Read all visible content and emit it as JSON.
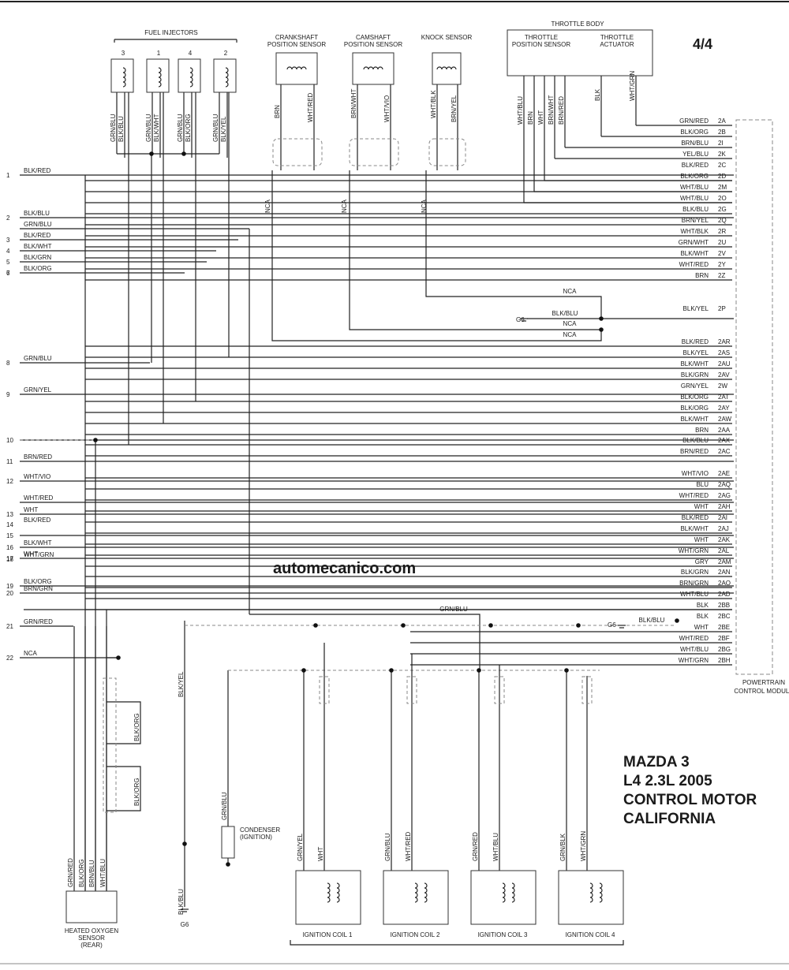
{
  "page_number": "4/4",
  "watermark": "automecanico.com",
  "title_lines": [
    "MAZDA 3",
    "L4 2.3L 2005",
    "CONTROL MOTOR",
    "CALIFORNIA"
  ],
  "fuel_injectors": {
    "label": "FUEL INJECTORS",
    "units": [
      {
        "num": "3",
        "wires": [
          "GRN/BLU",
          "BLK/BLU"
        ]
      },
      {
        "num": "1",
        "wires": [
          "GRN/BLU",
          "BLK/WHT"
        ]
      },
      {
        "num": "4",
        "wires": [
          "GRN/BLU",
          "BLK/ORG"
        ]
      },
      {
        "num": "2",
        "wires": [
          "GRN/BLU",
          "BLK/YEL"
        ]
      }
    ]
  },
  "crankshaft_sensor": {
    "label": [
      "CRANKSHAFT",
      "POSITION SENSOR"
    ],
    "wires": [
      "BRN",
      "WHT/RED"
    ]
  },
  "camshaft_sensor": {
    "label": [
      "CAMSHAFT",
      "POSITION SENSOR"
    ],
    "wires": [
      "BRN/WHT",
      "WHT/VIO"
    ]
  },
  "knock_sensor": {
    "label": [
      "KNOCK SENSOR"
    ],
    "wires": [
      "WHT/BLK",
      "BRN/YEL"
    ]
  },
  "throttle_body": {
    "label": "THROTTLE BODY",
    "tps_label": [
      "THROTTLE",
      "POSITION SENSOR"
    ],
    "tps_wires": [
      "WHT/BLU",
      "BRN",
      "WHT",
      "BRN/WHT",
      "BRN/RED"
    ],
    "actuator_label": [
      "THROTTLE",
      "ACTUATOR"
    ],
    "actuator_wires": [
      "BLK",
      "WHT/GRN"
    ]
  },
  "nca": "NCA",
  "pcm": {
    "label": [
      "POWERTRAIN",
      "CONTROL MODULE"
    ],
    "pins": [
      {
        "color": "GRN/RED",
        "pin": "2A"
      },
      {
        "color": "BLK/ORG",
        "pin": "2B"
      },
      {
        "color": "BRN/BLU",
        "pin": "2I"
      },
      {
        "color": "YEL/BLU",
        "pin": "2K"
      },
      {
        "color": "BLK/RED",
        "pin": "2C"
      },
      {
        "color": "BLK/ORG",
        "pin": "2D"
      },
      {
        "color": "WHT/BLU",
        "pin": "2M"
      },
      {
        "color": "WHT/BLU",
        "pin": "2O"
      },
      {
        "color": "BLK/BLU",
        "pin": "2G"
      },
      {
        "color": "BRN/YEL",
        "pin": "2Q"
      },
      {
        "color": "WHT/BLK",
        "pin": "2R"
      },
      {
        "color": "GRN/WHT",
        "pin": "2U"
      },
      {
        "color": "BLK/WHT",
        "pin": "2V"
      },
      {
        "color": "WHT/RED",
        "pin": "2Y"
      },
      {
        "color": "BRN",
        "pin": "2Z"
      },
      {
        "color": "BLK/YEL",
        "pin": "2P"
      },
      {
        "color": "BLK/RED",
        "pin": "2AR"
      },
      {
        "color": "BLK/YEL",
        "pin": "2AS"
      },
      {
        "color": "BLK/WHT",
        "pin": "2AU"
      },
      {
        "color": "BLK/GRN",
        "pin": "2AV"
      },
      {
        "color": "GRN/YEL",
        "pin": "2W"
      },
      {
        "color": "BLK/ORG",
        "pin": "2AT"
      },
      {
        "color": "BLK/ORG",
        "pin": "2AY"
      },
      {
        "color": "BLK/WHT",
        "pin": "2AW"
      },
      {
        "color": "BRN",
        "pin": "2AA"
      },
      {
        "color": "BLK/BLU",
        "pin": "2AX"
      },
      {
        "color": "BRN/RED",
        "pin": "2AC"
      },
      {
        "color": "WHT/VIO",
        "pin": "2AE"
      },
      {
        "color": "BLU",
        "pin": "2AQ"
      },
      {
        "color": "WHT/RED",
        "pin": "2AG"
      },
      {
        "color": "WHT",
        "pin": "2AH"
      },
      {
        "color": "BLK/RED",
        "pin": "2AI"
      },
      {
        "color": "BLK/WHT",
        "pin": "2AJ"
      },
      {
        "color": "WHT",
        "pin": "2AK"
      },
      {
        "color": "WHT/GRN",
        "pin": "2AL"
      },
      {
        "color": "GRY",
        "pin": "2AM"
      },
      {
        "color": "BLK/GRN",
        "pin": "2AN"
      },
      {
        "color": "BRN/GRN",
        "pin": "2AO"
      },
      {
        "color": "WHT/BLU",
        "pin": "2AD"
      },
      {
        "color": "BLK",
        "pin": "2BB"
      },
      {
        "color": "BLK",
        "pin": "2BC"
      },
      {
        "color": "WHT",
        "pin": "2BE"
      },
      {
        "color": "WHT/RED",
        "pin": "2BF"
      },
      {
        "color": "WHT/BLU",
        "pin": "2BG"
      },
      {
        "color": "WHT/GRN",
        "pin": "2BH"
      }
    ]
  },
  "left_lines": [
    {
      "num": "1",
      "color": "BLK/RED"
    },
    {
      "num": "2",
      "color": "BLK/BLU"
    },
    {
      "num": "",
      "color": "GRN/BLU"
    },
    {
      "num": "3",
      "color": "BLK/RED"
    },
    {
      "num": "4",
      "color": "BLK/WHT"
    },
    {
      "num": "5",
      "color": "BLK/GRN"
    },
    {
      "num": "6",
      "color": "BLK/ORG"
    },
    {
      "num": "7",
      "color": ""
    },
    {
      "num": "8",
      "color": "GRN/BLU"
    },
    {
      "num": "9",
      "color": "GRN/YEL"
    },
    {
      "num": "10",
      "color": ""
    },
    {
      "num": "11",
      "color": "BRN/RED"
    },
    {
      "num": "12",
      "color": "WHT/VIO"
    },
    {
      "num": "",
      "color": "WHT/RED"
    },
    {
      "num": "13",
      "color": "WHT"
    },
    {
      "num": "14",
      "color": "BLK/RED"
    },
    {
      "num": "15",
      "color": ""
    },
    {
      "num": "16",
      "color": "BLK/WHT"
    },
    {
      "num": "17",
      "color": "WHT"
    },
    {
      "num": "18",
      "color": "WHT/GRN"
    },
    {
      "num": "19",
      "color": "BLK/ORG"
    },
    {
      "num": "20",
      "color": "BRN/GRN"
    },
    {
      "num": "21",
      "color": "GRN/RED"
    },
    {
      "num": "22",
      "color": "NCA"
    }
  ],
  "ground": "G6",
  "mid_labels": {
    "grn_blu": "GRN/BLU",
    "blk_blu": "BLK/BLU",
    "blk_yel": "BLK/YEL"
  },
  "oxygen_sensor": {
    "label": [
      "HEATED OXYGEN",
      "SENSOR",
      "(REAR)"
    ],
    "wires": [
      "GRN/RED",
      "BLK/ORG",
      "BRN/BLU",
      "WHT/BLU"
    ],
    "loop_wire": "BLK/ORG"
  },
  "condenser": {
    "label": [
      "CONDENSER",
      "(IGNITION)"
    ],
    "wire": "GRN/BLU"
  },
  "ignition_coils": [
    {
      "label": "IGNITION COIL 1",
      "wires": [
        "GRN/YEL",
        "WHT"
      ]
    },
    {
      "label": "IGNITION COIL 2",
      "wires": [
        "GRN/BLU",
        "WHT/RED"
      ]
    },
    {
      "label": "IGNITION COIL 3",
      "wires": [
        "GRN/RED",
        "WHT/BLU"
      ]
    },
    {
      "label": "IGNITION COIL 4",
      "wires": [
        "GRN/BLK",
        "WHT/GRN"
      ]
    }
  ]
}
